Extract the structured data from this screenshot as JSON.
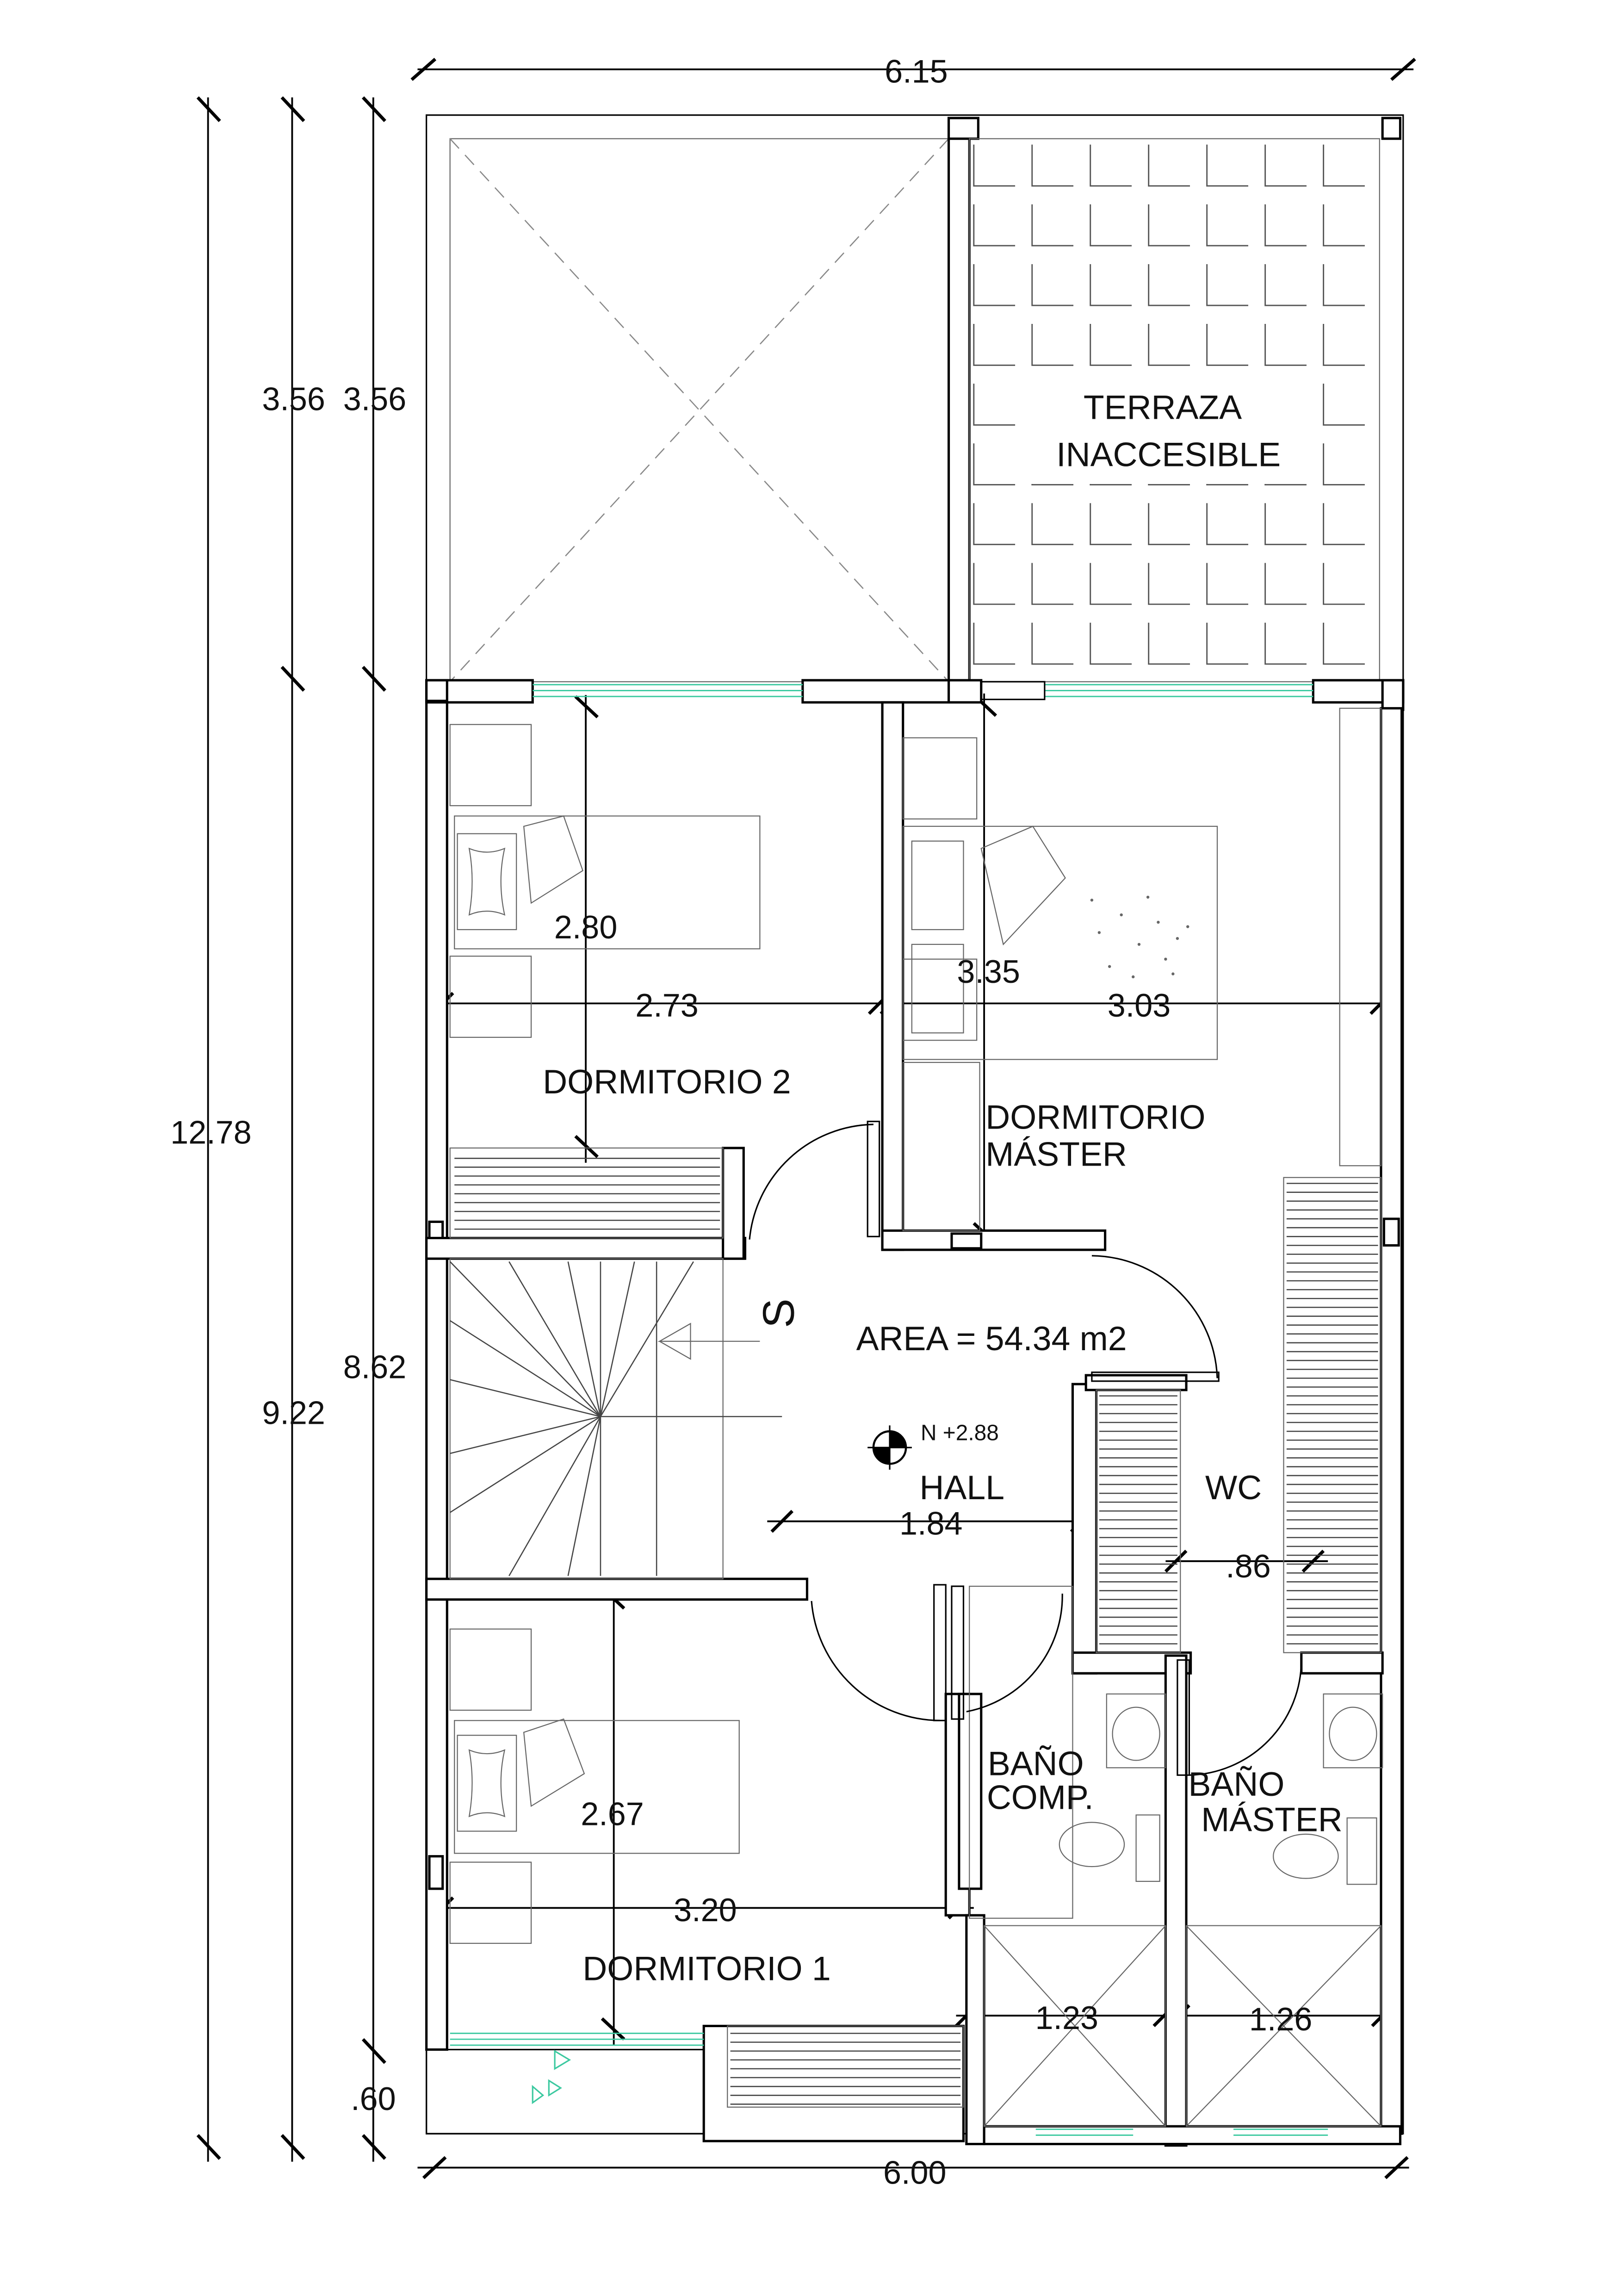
{
  "rooms": {
    "terraza_line1": "TERRAZA",
    "terraza_line2": "INACCESIBLE",
    "dorm2": "DORMITORIO 2",
    "master_line1": "DORMITORIO",
    "master_line2": "MÁSTER",
    "hall": "HALL",
    "wc": "WC",
    "bano_comp_line1": "BAÑO",
    "bano_comp_line2": "COMP.",
    "bano_master_line1": "BAÑO",
    "bano_master_line2": "MÁSTER",
    "dorm1": "DORMITORIO 1"
  },
  "annotations": {
    "area": "AREA = 54.34 m2",
    "level": "N +2.88",
    "stair_mark": "S"
  },
  "dimensions": {
    "top_width": "6.15",
    "bottom_width": "6.00",
    "total_height": "12.78",
    "terrace_a": "3.56",
    "terrace_b": "3.56",
    "lower_a": "9.22",
    "lower_b": "8.62",
    "garden_depth": ".60",
    "dorm2_depth": "2.80",
    "dorm2_width": "2.73",
    "master_depth": "3.35",
    "master_width": "3.03",
    "hall_width": "1.84",
    "wc_width": ".86",
    "dorm1_depth": "2.67",
    "dorm1_width": "3.20",
    "shower1_width": "1.23",
    "shower2_width": "1.26"
  },
  "colors": {
    "glass": "#3cc9a0",
    "ink": "#000000"
  }
}
